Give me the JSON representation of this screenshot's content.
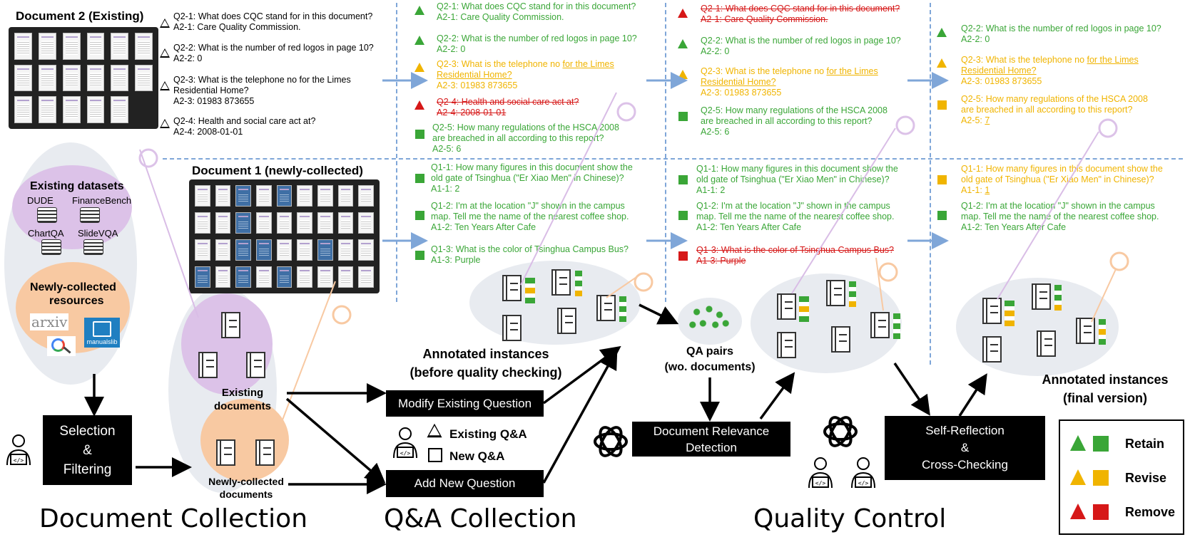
{
  "doc2": {
    "title": "Document 2 (Existing)",
    "qa": [
      {
        "q": "Q2-1: What does CQC stand for in this document?",
        "a": "A2-1: Care Quality Commission."
      },
      {
        "q": "Q2-2: What is the number of red logos in page 10?",
        "a": "A2-2: 0"
      },
      {
        "q": "Q2-3: What is the telephone no for the Limes",
        "q2": "Residential Home?",
        "a": "A2-3: 01983 873655"
      },
      {
        "q": "Q2-4: Health and social care act at?",
        "a": "A2-4: 2008-01-01"
      }
    ]
  },
  "doc1": {
    "title": "Document 1 (newly-collected)"
  },
  "left": {
    "existing_datasets": "Existing datasets",
    "datasets": [
      "DUDE",
      "FinanceBench",
      "ChartQA",
      "SlideVQA"
    ],
    "newly_collected": "Newly-collected",
    "resources": "resources",
    "logos": [
      "arxiv",
      "manualslib"
    ],
    "selection": [
      "Selection",
      "&",
      "Filtering"
    ],
    "existing_documents": [
      "Existing",
      "documents"
    ],
    "newly_documents": [
      "Newly-collected",
      "documents"
    ]
  },
  "stage1": {
    "q2": [
      {
        "q": "Q2-1: What does CQC stand for in this document?",
        "a": "A2-1: Care Quality Commission."
      },
      {
        "q": "Q2-2: What is the number of red logos in page 10?",
        "a": "A2-2: 0"
      },
      {
        "q": "Q2-3: What is the telephone no ",
        "qu": "for the Limes",
        "q2": "Residential Home?",
        "a": "A2-3: 01983 873655"
      },
      {
        "q": "Q2-4: Health and social care act at?",
        "a": "A2-4: 2008-01-01"
      },
      {
        "q": "Q2-5: How many regulations of the HSCA 2008",
        "q2": "are breached in all according to this report?",
        "a": "A2-5: 6"
      }
    ],
    "q1": [
      {
        "q": "Q1-1: How many figures in this document show the",
        "q2": "old gate of Tsinghua (\"Er Xiao Men\" in Chinese)?",
        "a": "A1-1: 2"
      },
      {
        "q": "Q1-2: I'm at the location \"J\" shown in the campus",
        "q2": "map. Tell me the name of the nearest coffee shop.",
        "a": "A1-2: Ten Years After Cafe"
      },
      {
        "q": "Q1-3: What is the color of Tsinghua Campus Bus?",
        "a": "A1-3: Purple"
      }
    ],
    "caption": [
      "Annotated instances",
      "(before quality checking)"
    ]
  },
  "stage2": {
    "q2": [
      {
        "q": "Q2-1: What does CQC stand for in this document?",
        "a": "A2-1: Care Quality Commission."
      },
      {
        "q": "Q2-2: What is the number of red logos in page 10?",
        "a": "A2-2: 0"
      },
      {
        "q": "Q2-3: What is the telephone no ",
        "qu": "for the Limes",
        "q2": "Residential Home?",
        "a": "A2-3: 01983 873655"
      },
      {
        "q": "Q2-5: How many regulations of the HSCA 2008",
        "q2": "are breached in all according to this report?",
        "a": "A2-5: 6"
      }
    ],
    "q1": [
      {
        "q": "Q1-1: How many figures in this document show the",
        "q2": "old gate of Tsinghua (\"Er Xiao Men\" in Chinese)?",
        "a": "A1-1: 2"
      },
      {
        "q": "Q1-2: I'm at the location \"J\" shown in the campus",
        "q2": "map. Tell me the name of the nearest coffee shop.",
        "a": "A1-2: Ten Years After Cafe"
      },
      {
        "q": "Q1-3: What is the color of Tsinghua Campus Bus?",
        "a": "A1-3: Purple"
      }
    ],
    "caption": [
      "QA pairs",
      "(wo. documents)"
    ]
  },
  "stage3": {
    "q2": [
      {
        "q": "Q2-2: What is the number of red logos in page 10?",
        "a": "A2-2: 0"
      },
      {
        "q": "Q2-3: What is the telephone no ",
        "qu": "for the Limes",
        "q2": "Residential Home?",
        "a": "A2-3: 01983 873655"
      },
      {
        "q": "Q2-5: How many regulations of the HSCA 2008",
        "q2": "are breached in all according to this report?",
        "a": "A2-5: ",
        "au": "7"
      }
    ],
    "q1": [
      {
        "q": "Q1-1: How many figures in this document show the",
        "q2": "old gate of Tsinghua (\"Er Xiao Men\" in Chinese)?",
        "a": "A1-1: ",
        "au": "1"
      },
      {
        "q": "Q1-2: I'm at the location \"J\" shown in the campus",
        "q2": "map. Tell me the name of the nearest coffee shop.",
        "a": "A1-2: Ten Years After Cafe"
      }
    ],
    "caption": [
      "Annotated instances",
      "(final version)"
    ]
  },
  "boxes": {
    "modify": "Modify Existing Question",
    "add": "Add New Question",
    "relevance": [
      "Document Relevance",
      "Detection"
    ],
    "reflection": [
      "Self-Reflection",
      "&",
      "Cross-Checking"
    ]
  },
  "qa_legend": {
    "existing": "Existing Q&A",
    "new": "New Q&A"
  },
  "sections": [
    "Document Collection",
    "Q&A Collection",
    "Quality Control"
  ],
  "legend": {
    "retain": "Retain",
    "revise": "Revise",
    "remove": "Remove"
  },
  "colors": {
    "green": "#3aa637",
    "orange": "#f0b400",
    "red": "#d61818",
    "purple": "#d9bde6",
    "peach": "#f8c9a2",
    "grey": "#e5e8ed",
    "arrow_blue": "#7fa6d8"
  }
}
